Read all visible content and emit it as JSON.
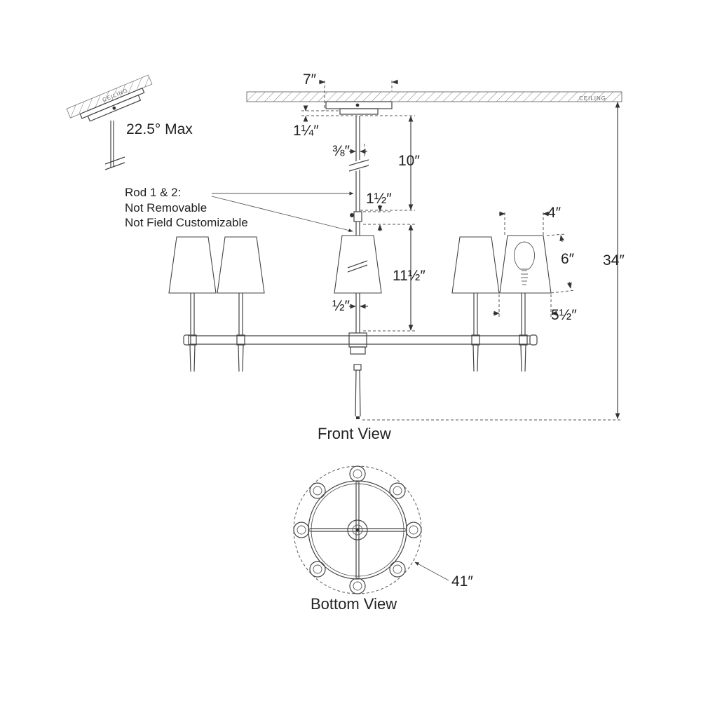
{
  "labels": {
    "ceiling_main": "CEILING",
    "ceiling_tilt": "CEILING",
    "tilt_max": "22.5° Max",
    "rod_note_line1": "Rod 1 & 2:",
    "rod_note_line2": "Not Removable",
    "rod_note_line3": "Not Field Customizable",
    "front_view": "Front View",
    "bottom_view": "Bottom View"
  },
  "dimensions": {
    "canopy_width": "7″",
    "canopy_height": "1¼″",
    "rod_diameter": "⅜″",
    "rod_1_length": "10″",
    "connector": "1½″",
    "rod_2_length": "11½″",
    "stem_offset": "½″",
    "shade_top": "4″",
    "shade_height": "6″",
    "shade_bottom": "5½″",
    "overall_height": "34″",
    "overall_diameter": "41″"
  }
}
